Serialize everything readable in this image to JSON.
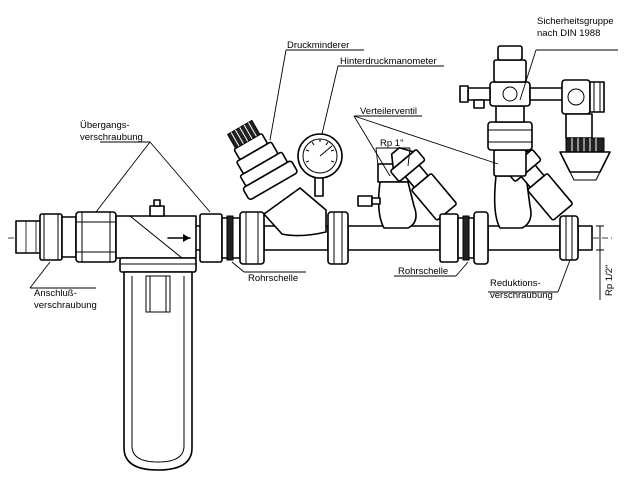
{
  "labels": {
    "sicherheitsgruppe_line1": "Sicherheitsgruppe",
    "sicherheitsgruppe_line2": "nach DIN 1988",
    "druckminderer": "Druckminderer",
    "hinterdruckmanometer": "Hinterdruckmanometer",
    "uebergangs_line1": "Übergangs-",
    "uebergangs_line2": "verschraubung",
    "verteilerventil": "Verteilerventil",
    "rp1": "Rp 1\"",
    "rohrschelle_left": "Rohrschelle",
    "rohrschelle_right": "Rohrschelle",
    "anschluss_line1": "Anschluß-",
    "anschluss_line2": "verschraubung",
    "reduktions_line1": "Reduktions-",
    "reduktions_line2": "verschraubung",
    "rp12": "Rp 1/2\""
  }
}
